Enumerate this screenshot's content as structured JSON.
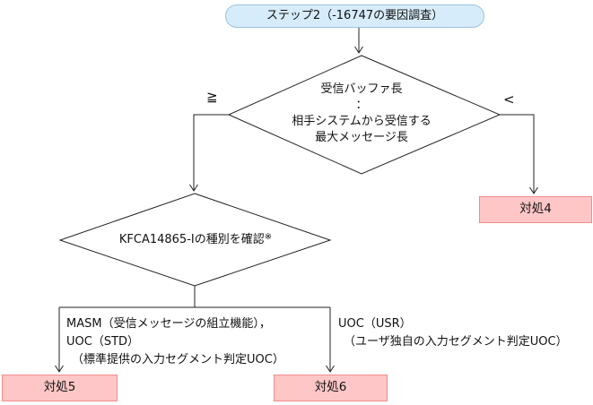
{
  "colors": {
    "start_fill": "#d7ecfa",
    "start_border": "#9ac2de",
    "action_fill": "#fec6c6",
    "action_border": "#f18c8c",
    "line": "#222222",
    "text": "#111111"
  },
  "flow": {
    "start_label": "ステップ2（-16747の要因調査）",
    "decision1": {
      "line1": "受信バッファ長",
      "line2": "：",
      "line3": "相手システムから受信する",
      "line4": "最大メッセージ長"
    },
    "op_ge": "≧",
    "op_lt": "<",
    "decision2": {
      "label": "KFCA14865-Iの種別を確認",
      "note": "※"
    },
    "branch_left": {
      "line1": "MASM（受信メッセージの組立機能），",
      "line2": "UOC（STD）",
      "line3": "（標準提供の入力セグメント判定UOC）"
    },
    "branch_right": {
      "line1": "UOC（USR）",
      "line2": "（ユーザ独自の入力セグメント判定UOC）"
    },
    "action4": "対処4",
    "action5": "対処5",
    "action6": "対処6"
  }
}
